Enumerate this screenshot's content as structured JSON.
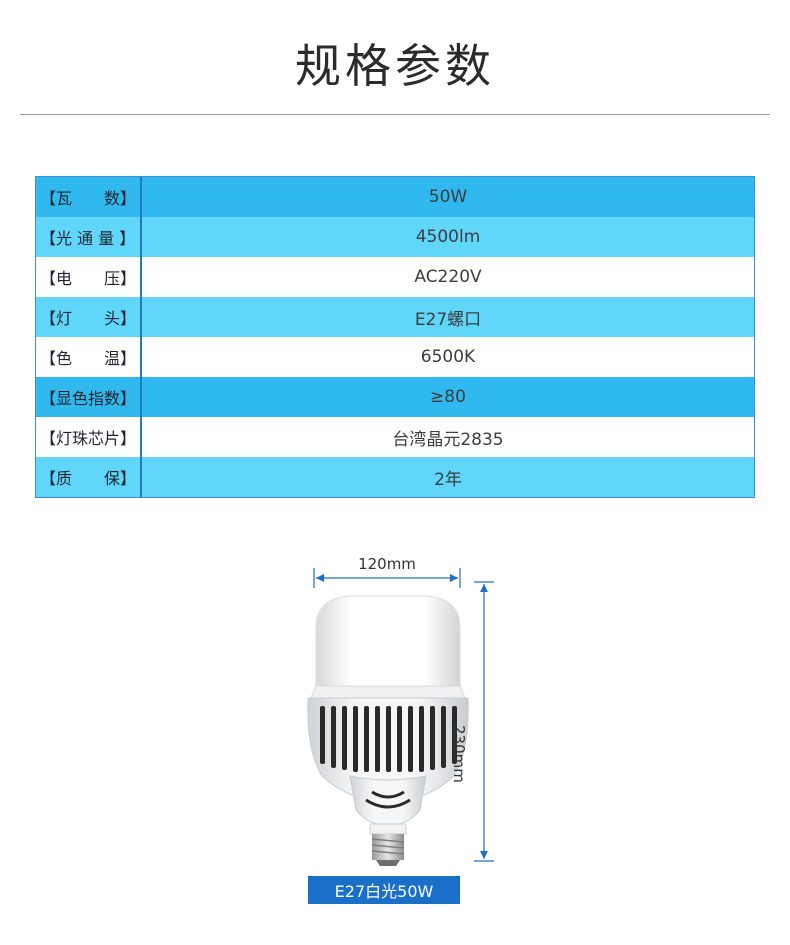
{
  "title": "规格参数",
  "specs": [
    {
      "key": "【瓦　　数】",
      "value": "50W"
    },
    {
      "key": "【光 通 量 】",
      "value": "4500lm"
    },
    {
      "key": "【电　　压】",
      "value": "AC220V"
    },
    {
      "key": "【灯　　头】",
      "value": "E27螺口"
    },
    {
      "key": "【色　　温】",
      "value": "6500K"
    },
    {
      "key": "【显色指数】",
      "value": "≥80"
    },
    {
      "key": "【灯珠芯片】",
      "value": "台湾晶元2835"
    },
    {
      "key": "【质　　保】",
      "value": "2年"
    }
  ],
  "figure": {
    "width_label": "120mm",
    "height_label": "230mm",
    "caption": "E27白光50W",
    "dimension_color": "#1a6fc9"
  },
  "colors": {
    "row_dark": "#2fb9ee",
    "row_light": "#60d6fb",
    "row_white": "#ffffff",
    "divider": "#1d7bc6"
  }
}
